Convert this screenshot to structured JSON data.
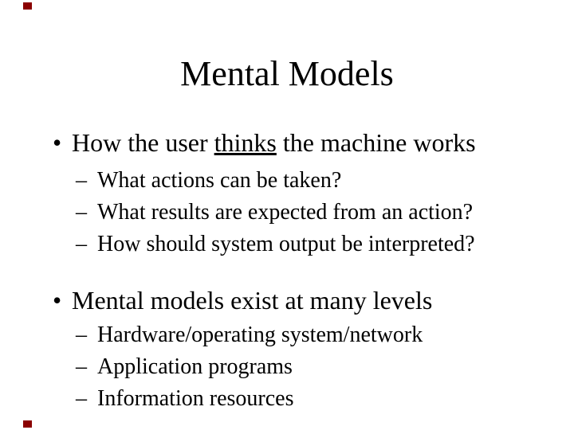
{
  "slide": {
    "title": "Mental Models",
    "markers": {
      "bullet_glyph": "•",
      "sub_bullet_glyph": "–"
    },
    "decoration_color": "#8b0000",
    "bullets": [
      {
        "text_before": "How the user ",
        "underlined": "thinks",
        "text_after": " the machine works",
        "sub": [
          "What actions can be taken?",
          "What results are expected from an action?",
          "How should system output be interpreted?"
        ]
      },
      {
        "text": "Mental models exist at many levels",
        "sub": [
          "Hardware/operating system/network",
          "Application programs",
          "Information resources"
        ]
      }
    ]
  }
}
